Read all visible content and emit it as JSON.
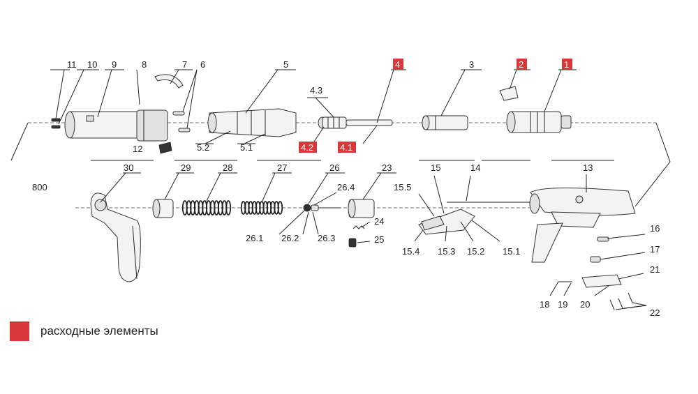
{
  "diagram_code": "800",
  "legend": {
    "label": "расходные элементы",
    "color": "#d9383a"
  },
  "labels": {
    "n1": "1",
    "n2": "2",
    "n3": "3",
    "n4": "4",
    "n4_1": "4.1",
    "n4_2": "4.2",
    "n4_3": "4.3",
    "n5": "5",
    "n5_1": "5.1",
    "n5_2": "5.2",
    "n6": "6",
    "n7": "7",
    "n8": "8",
    "n9": "9",
    "n10": "10",
    "n11": "11",
    "n12": "12",
    "n13": "13",
    "n14": "14",
    "n15": "15",
    "n15_1": "15.1",
    "n15_2": "15.2",
    "n15_3": "15.3",
    "n15_4": "15.4",
    "n15_5": "15.5",
    "n16": "16",
    "n17": "17",
    "n18": "18",
    "n19": "19",
    "n20": "20",
    "n21": "21",
    "n22": "22",
    "n23": "23",
    "n24": "24",
    "n25": "25",
    "n26": "26",
    "n26_1": "26.1",
    "n26_2": "26.2",
    "n26_3": "26.3",
    "n26_4": "26.4",
    "n27": "27",
    "n28": "28",
    "n29": "29",
    "n30": "30"
  },
  "highlighted_parts": [
    "1",
    "2",
    "4",
    "4.1",
    "4.2"
  ]
}
